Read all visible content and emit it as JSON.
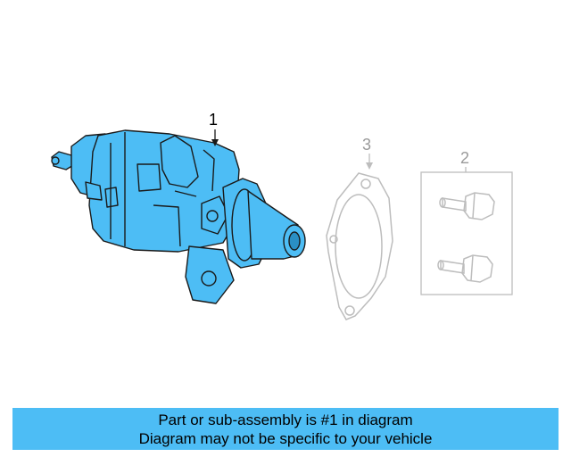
{
  "callouts": {
    "starter": "1",
    "bolts": "2",
    "gasket": "3"
  },
  "banner": {
    "line1": "Part or sub-assembly is #1 in diagram",
    "line2": "Diagram may not be specific to your vehicle"
  },
  "colors": {
    "highlight": "#4dbdf5",
    "part_fill": "#4dbdf5",
    "outline": "#1a1a1a",
    "ghost": "#bdbdbd"
  }
}
